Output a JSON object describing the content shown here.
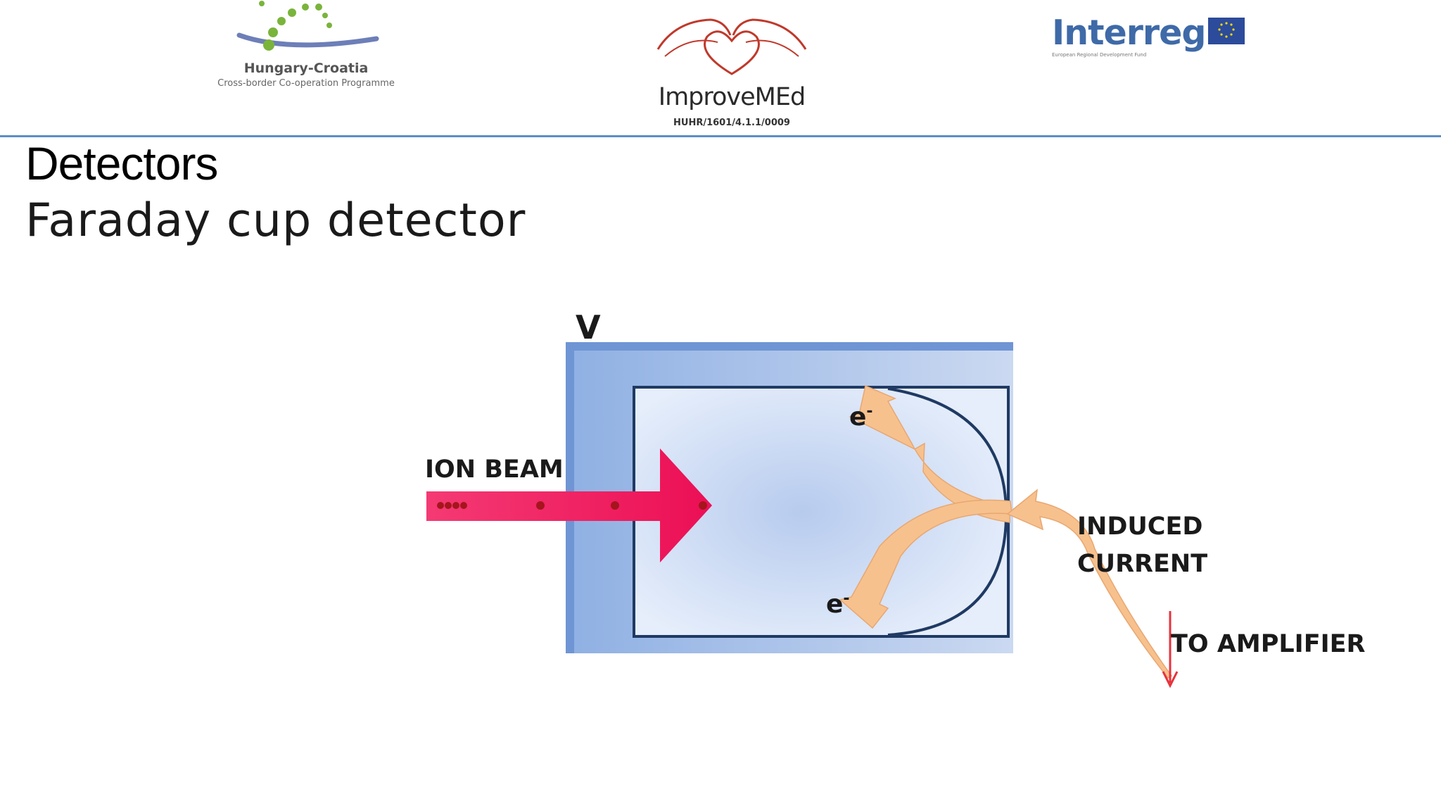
{
  "header": {
    "logo_left": {
      "title": "Hungary-Croatia",
      "subtitle": "Cross-border Co-operation Programme"
    },
    "logo_center": {
      "title": "ImproveMEd",
      "code": "HUHR/1601/4.1.1/0009"
    },
    "logo_right": {
      "title": "Interreg",
      "fund": "European Regional Development Fund"
    }
  },
  "slide": {
    "title": "Detectors",
    "subtitle": "Faraday cup detector"
  },
  "diagram": {
    "voltage_label": "V",
    "ion_beam_label": "ION BEAM",
    "electron_label_top": "e",
    "electron_label_bottom": "e",
    "electron_charge": "-",
    "induced_label_line1": "INDUCED",
    "induced_label_line2": "CURRENT",
    "amplifier_label": "TO AMPLIFIER",
    "colors": {
      "cup_outer": "#a9c1e8",
      "cup_border": "#6f95d4",
      "inner_border": "#1f3a63",
      "beam": "#f0145a",
      "electron_arrow": "#f7c18e",
      "amplifier_arrow": "#e8323c"
    }
  }
}
